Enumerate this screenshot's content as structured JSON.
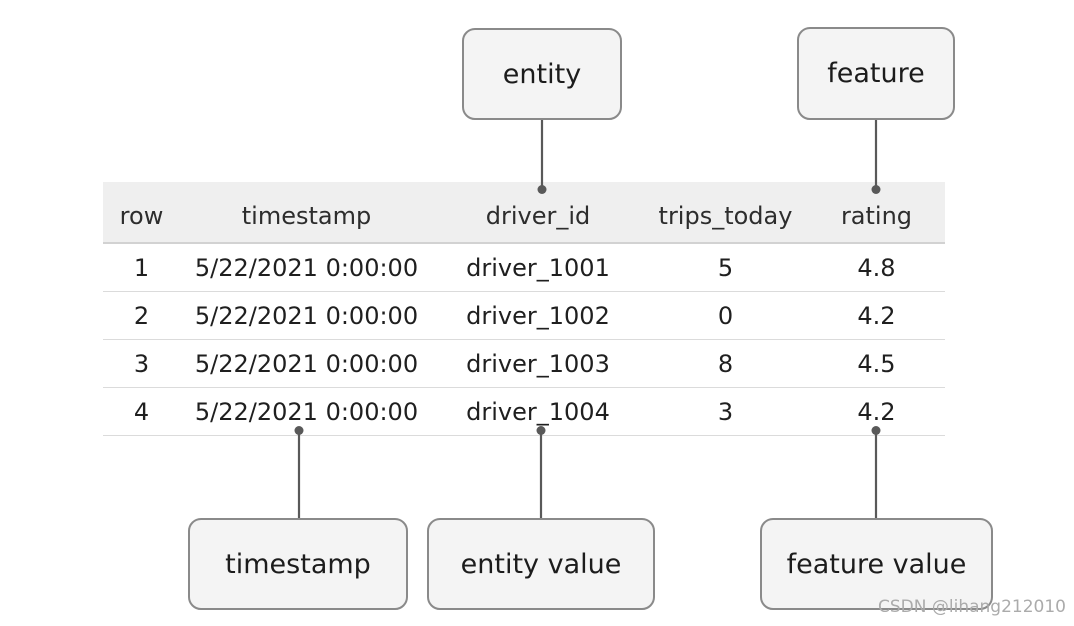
{
  "callouts": {
    "entity": "entity",
    "feature": "feature",
    "timestamp": "timestamp",
    "entity_value": "entity value",
    "feature_value": "feature value"
  },
  "table": {
    "columns": [
      "row",
      "timestamp",
      "driver_id",
      "trips_today",
      "rating"
    ],
    "rows": [
      [
        "1",
        "5/22/2021 0:00:00",
        "driver_1001",
        "5",
        "4.8"
      ],
      [
        "2",
        "5/22/2021 0:00:00",
        "driver_1002",
        "0",
        "4.2"
      ],
      [
        "3",
        "5/22/2021 0:00:00",
        "driver_1003",
        "8",
        "4.5"
      ],
      [
        "4",
        "5/22/2021 0:00:00",
        "driver_1004",
        "3",
        "4.2"
      ]
    ]
  },
  "watermark": "CSDN @lihang212010",
  "colors": {
    "header_band": "#efefef",
    "row_divider": "#dbdbdb",
    "callout_fill": "#f4f4f4",
    "callout_border": "#8a8a8a",
    "connector": "#595959",
    "text": "#1f1f1f",
    "watermark_text": "#ababab"
  }
}
